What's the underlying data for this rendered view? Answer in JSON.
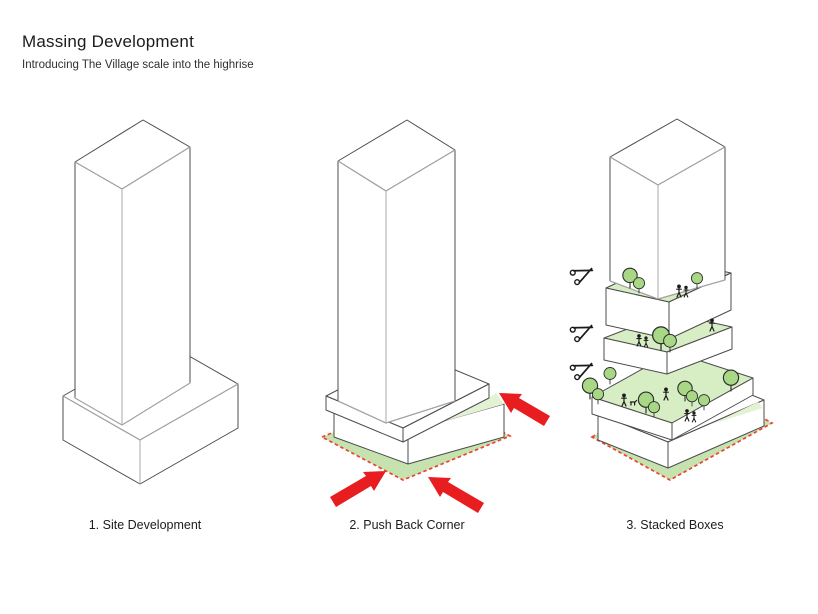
{
  "header": {
    "title": "Massing Development",
    "subtitle": "Introducing The Village scale into the highrise"
  },
  "steps": [
    {
      "label": "1. Site Development"
    },
    {
      "label": "2. Push Back Corner"
    },
    {
      "label": "3. Stacked Boxes"
    }
  ],
  "icons": {
    "scissors": {
      "name": "scissors-icon",
      "glyph": "✂",
      "count": 3
    },
    "tree": {
      "name": "tree-icon",
      "shape": "circle-crown-with-trunk",
      "count": 14
    },
    "person": {
      "name": "person-icon",
      "shape": "stick-figure",
      "count": 9
    },
    "dog": {
      "name": "dog-icon",
      "count": 1
    },
    "push_arrow": {
      "name": "push-arrow-icon",
      "count": 3
    }
  },
  "colors": {
    "background": "#ffffff",
    "text_primary": "#1c1c1c",
    "text_secondary": "#303030",
    "edge_dark": "#4c4c4c",
    "edge_light": "#a9a9a9",
    "ground_green": "#c6e3af",
    "terrace_green": "#d7edc4",
    "wedge_green": "#e4f2d4",
    "tree_green": "#a8d785",
    "red": "#e81d1f",
    "red_dash": "#ef4133"
  }
}
